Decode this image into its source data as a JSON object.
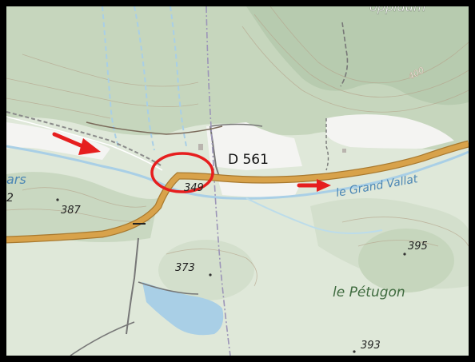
{
  "map": {
    "road_label": "D 561",
    "river_label": "le Grand Vallat",
    "place_label": "le Pétugon",
    "partial_place_top": "oppidum",
    "partial_place_left": "ars",
    "partial_left_digit": "2",
    "contour_label": "400",
    "spot_heights": [
      "349",
      "387",
      "395",
      "373",
      "393"
    ],
    "colors": {
      "road": "#d8a24a",
      "water": "#a9cfe6",
      "water_text": "#4b86b4",
      "forest": "#cfdcc7",
      "clearing": "#f4f4f2",
      "marker": "#e61e1e"
    }
  }
}
